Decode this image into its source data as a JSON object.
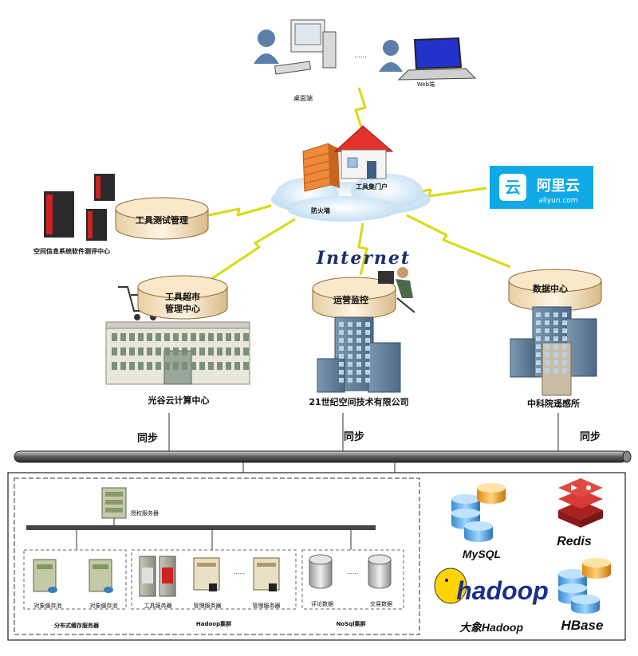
{
  "top": {
    "desktop_label": "桌面端",
    "web_label": "Web端",
    "dots": "……"
  },
  "center": {
    "portal_label": "工具集门户",
    "firewall_label": "防火墙",
    "internet_label": "Internet",
    "aliyun_cn": "阿里云",
    "aliyun_en": "aliyun.com"
  },
  "nodes": {
    "tool_test_mgmt": "工具测试管理",
    "test_center": "空间信息系统软件测评中心",
    "market_line1": "工具超市",
    "market_line2": "管理中心",
    "ops_monitor": "运营监控",
    "data_center": "数据中心",
    "guanggu": "光谷云计算中心",
    "century": "21世纪空间技术有限公司",
    "cas": "中科院遥感所"
  },
  "sync": [
    "同步",
    "同步",
    "同步"
  ],
  "cluster": {
    "auth_server": "授权服务器",
    "object_storage_1": "对象缓存池",
    "object_storage_2": "对象缓存池",
    "tool_server": "工具服务器",
    "mgmt_server_1": "管理服务器",
    "mgmt_server_2": "管理服务器",
    "dots_1": "……",
    "dots_2": "……",
    "review_data": "评论数据",
    "trade_data": "交易数据",
    "group_distributed": "分布式缓存服务器",
    "group_hadoop": "Hadoop集群",
    "group_nosql": "NoSql集群"
  },
  "tech": {
    "mysql": "MySQL",
    "redis": "Redis",
    "hadoop_logo": "hadoop",
    "hadoop_cn": "大象Hadoop",
    "hbase": "HBase"
  },
  "colors": {
    "lightning": "#e8f020",
    "cloud": "#cfe6f5",
    "disk_top": "#fbe8c8",
    "building_blue": "#6f8faa",
    "aliyun_blue": "#0fa9e6",
    "redis_red": "#c9302c",
    "hadoop_blue": "#1c2f8a"
  }
}
